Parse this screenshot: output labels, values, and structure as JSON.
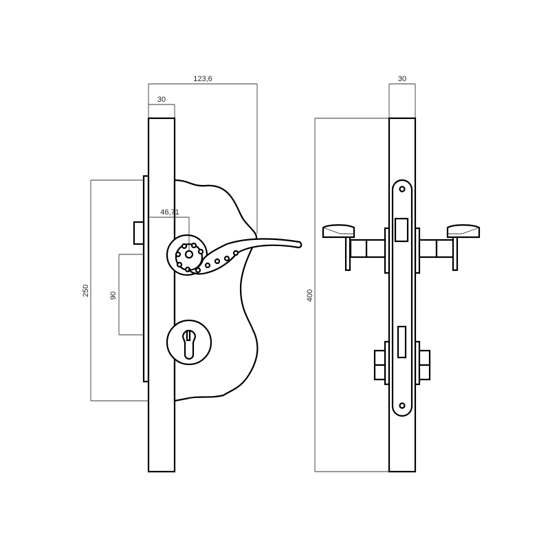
{
  "drawing": {
    "front_view": {
      "dimensions": {
        "total_width": "123,6",
        "bar_width": "30",
        "backset": "46,71",
        "case_height": "250",
        "handle_to_cylinder": "90"
      }
    },
    "side_view": {
      "dimensions": {
        "bar_width": "30",
        "bar_height": "400"
      }
    },
    "colors": {
      "line": "#000000",
      "dimension_line": "#333333",
      "background": "#ffffff"
    }
  }
}
